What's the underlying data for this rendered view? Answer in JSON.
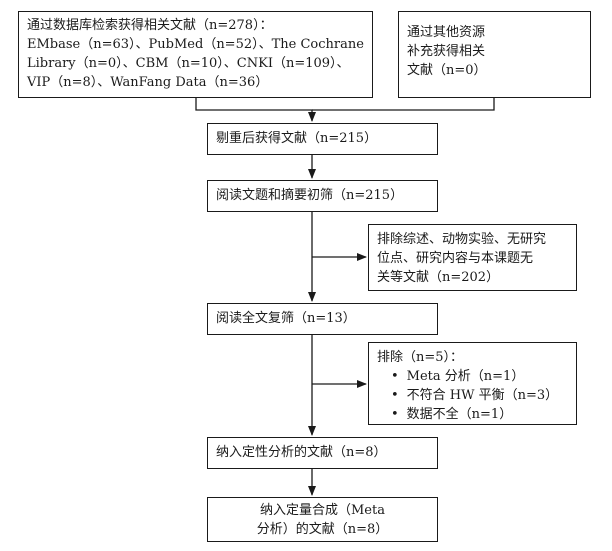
{
  "search_box": {
    "lines": [
      "通过数据库检索获得相关文献（n=278）：",
      "EMbase（n=63）、PubMed（n=52）、The Cochrane",
      "Library（n=0）、CBM（n=10）、CNKI（n=109）、",
      "VIP（n=8）、WanFang Data（n=36）"
    ]
  },
  "other_box": {
    "lines": [
      "通过其他资源",
      "补充获得相关",
      "文献（n=0）"
    ]
  },
  "dedup_box": {
    "text": "剔重后获得文献（n=215）"
  },
  "screen_box": {
    "text": "阅读文题和摘要初筛（n=215）"
  },
  "exclude1_box": {
    "lines": [
      "排除综述、动物实验、无研究",
      "位点、研究内容与本课题无",
      "关等文献（n=202）"
    ]
  },
  "fulltext_box": {
    "text": "阅读全文复筛（n=13）"
  },
  "exclude2_box": {
    "title": "排除（n=5）：",
    "items": [
      "Meta 分析（n=1）",
      "不符合 HW 平衡（n=3）",
      "数据不全（n=1）"
    ]
  },
  "qualitative_box": {
    "text": "纳入定性分析的文献（n=8）"
  },
  "quantitative_box": {
    "lines": [
      "纳入定量合成（Meta",
      "分析）的文献（n=8）"
    ]
  }
}
